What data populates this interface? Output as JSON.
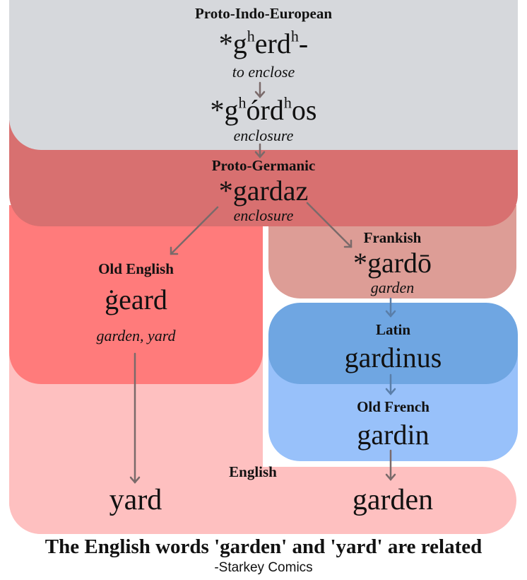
{
  "stages": {
    "pie": {
      "label": "Proto-Indo-European",
      "root_prefix": "*g",
      "root_sup1": "h",
      "root_mid": "erd",
      "root_sup2": "h",
      "root_suffix": "-",
      "root_gloss": "to enclose",
      "deriv_prefix": "*g",
      "deriv_sup1": "h",
      "deriv_mid": "órd",
      "deriv_sup2": "h",
      "deriv_suffix": "os",
      "deriv_gloss": "enclosure"
    },
    "proto_germanic": {
      "label": "Proto-Germanic",
      "word": "*gardaz",
      "gloss": "enclosure"
    },
    "old_english": {
      "label": "Old English",
      "word": "ġeard",
      "gloss": "garden, yard"
    },
    "frankish": {
      "label": "Frankish",
      "word": "*gardō",
      "gloss": "garden"
    },
    "latin": {
      "label": "Latin",
      "word": "gardinus"
    },
    "old_french": {
      "label": "Old French",
      "word": "gardin"
    },
    "english": {
      "label": "English",
      "word_left": "yard",
      "word_right": "garden"
    }
  },
  "caption": {
    "title": "The English words 'garden' and 'yard' are related",
    "credit": "-Starkey Comics"
  },
  "colors": {
    "pie": "#d6d8dc",
    "proto_germanic": "#d87070",
    "old_english": "#ff7b7b",
    "english": "#fec0c0",
    "frankish": "#dd9d96",
    "latin": "#6fa6e2",
    "old_french": "#98c1fa",
    "arrow": "#7a6a6a"
  }
}
